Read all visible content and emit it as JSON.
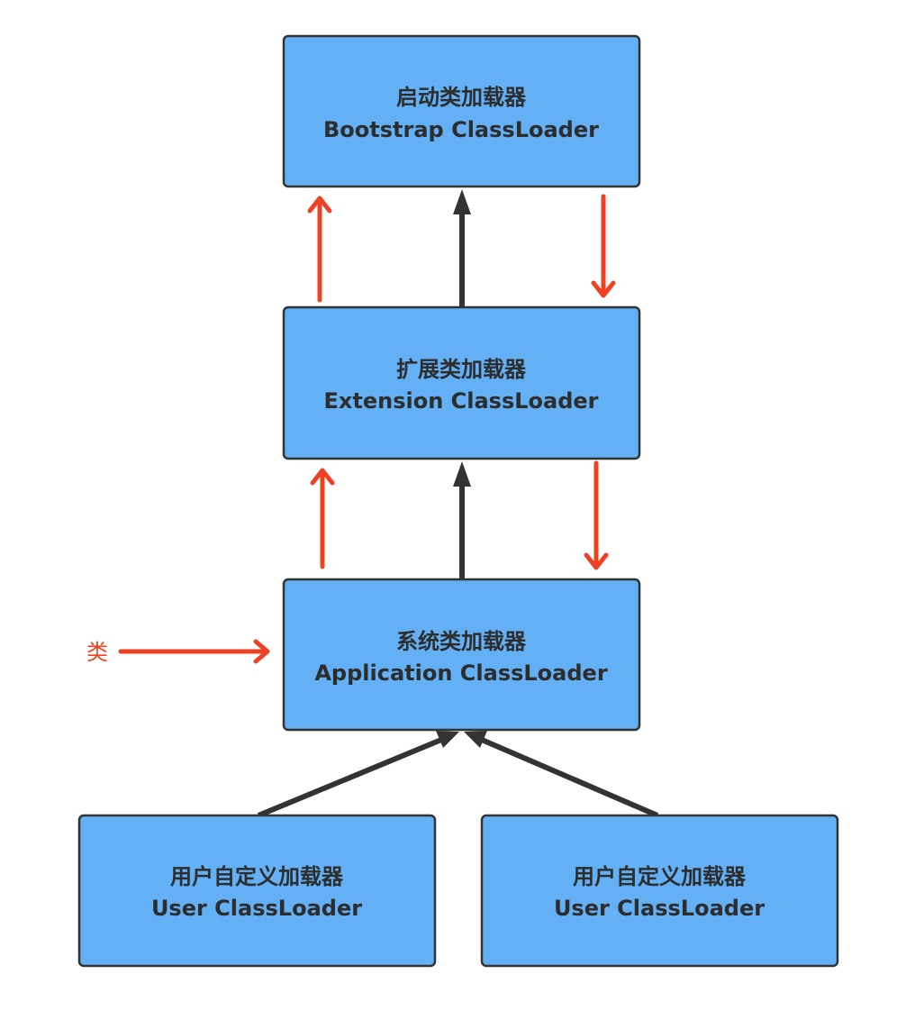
{
  "colors": {
    "box_fill": "#63b0f5",
    "box_border": "#333333",
    "delegate_arrow": "#333333",
    "flow_arrow": "#ee4124"
  },
  "nodes": {
    "bootstrap": {
      "cn": "启动类加载器",
      "en": "Bootstrap ClassLoader"
    },
    "extension": {
      "cn": "扩展类加载器",
      "en": "Extension ClassLoader"
    },
    "application": {
      "cn": "系统类加载器",
      "en": "Application ClassLoader"
    },
    "user1": {
      "cn": "用户自定义加载器",
      "en": "User ClassLoader"
    },
    "user2": {
      "cn": "用户自定义加载器",
      "en": "User ClassLoader"
    }
  },
  "input_label": "类",
  "edges": [
    {
      "from": "extension",
      "to": "bootstrap",
      "style": "black"
    },
    {
      "from": "application",
      "to": "extension",
      "style": "black"
    },
    {
      "from": "user1",
      "to": "application",
      "style": "black"
    },
    {
      "from": "user2",
      "to": "application",
      "style": "black"
    },
    {
      "from": "extension",
      "to": "bootstrap",
      "style": "red-up"
    },
    {
      "from": "bootstrap",
      "to": "extension",
      "style": "red-down"
    },
    {
      "from": "application",
      "to": "extension",
      "style": "red-up"
    },
    {
      "from": "extension",
      "to": "application",
      "style": "red-down"
    },
    {
      "from": "input",
      "to": "application",
      "style": "red"
    }
  ]
}
